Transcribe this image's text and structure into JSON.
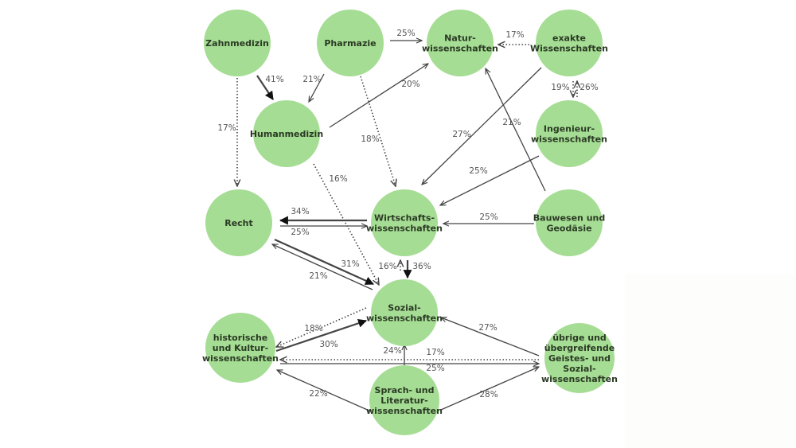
{
  "diagram": {
    "colors": {
      "node_fill": "#a6dd94",
      "edge": "#444444",
      "text": "#2a3a24",
      "label": "#555555"
    },
    "nodes": [
      {
        "id": "zahnmedizin",
        "lines": [
          "Zahnmedizin"
        ]
      },
      {
        "id": "pharmazie",
        "lines": [
          "Pharmazie"
        ]
      },
      {
        "id": "natur",
        "lines": [
          "Natur-",
          "wissenschaften"
        ]
      },
      {
        "id": "exakte",
        "lines": [
          "exakte",
          "Wissenschaften"
        ]
      },
      {
        "id": "humanmedizin",
        "lines": [
          "Humanmedizin"
        ]
      },
      {
        "id": "ingenieur",
        "lines": [
          "Ingenieur-",
          "wissenschaften"
        ]
      },
      {
        "id": "recht",
        "lines": [
          "Recht"
        ]
      },
      {
        "id": "wirtschaft",
        "lines": [
          "Wirtschafts-",
          "wissenschaften"
        ]
      },
      {
        "id": "bauwesen",
        "lines": [
          "Bauwesen und",
          "Geodäsie"
        ]
      },
      {
        "id": "sozial",
        "lines": [
          "Sozial-",
          "wissenschaften"
        ]
      },
      {
        "id": "historisch",
        "lines": [
          "historische",
          "und Kultur-",
          "wissenschaften"
        ]
      },
      {
        "id": "sprach",
        "lines": [
          "Sprach- und",
          "Literatur-",
          "wissenschaften"
        ]
      },
      {
        "id": "uebrige",
        "lines": [
          "übrige und",
          "übergreifende",
          "Geistes- und",
          "Sozial-",
          "wissenschaften"
        ]
      }
    ],
    "edges": [
      {
        "from": "pharmazie",
        "to": "natur",
        "value": "25%",
        "style": "solid"
      },
      {
        "from": "exakte",
        "to": "natur",
        "value": "17%",
        "style": "dotted"
      },
      {
        "from": "zahnmedizin",
        "to": "humanmedizin",
        "value": "41%",
        "style": "bold"
      },
      {
        "from": "pharmazie",
        "to": "humanmedizin",
        "value": "21%",
        "style": "solid"
      },
      {
        "from": "humanmedizin",
        "to": "natur",
        "value": "20%",
        "style": "solid"
      },
      {
        "from": "zahnmedizin",
        "to": "recht",
        "value": "17%",
        "style": "dotted"
      },
      {
        "from": "pharmazie",
        "to": "wirtschaft",
        "value": "18%",
        "style": "dotted"
      },
      {
        "from": "exakte",
        "to": "ingenieur",
        "value": "19%",
        "style": "dotted"
      },
      {
        "from": "ingenieur",
        "to": "exakte",
        "value": "26%",
        "style": "dotted"
      },
      {
        "from": "exakte",
        "to": "wirtschaft",
        "value": "27%",
        "style": "solid"
      },
      {
        "from": "bauwesen",
        "to": "natur",
        "value": "21%",
        "style": "solid"
      },
      {
        "from": "ingenieur",
        "to": "wirtschaft",
        "value": "25%",
        "style": "solid"
      },
      {
        "from": "humanmedizin",
        "to": "sozial",
        "value": "16%",
        "style": "dotted"
      },
      {
        "from": "wirtschaft",
        "to": "recht",
        "value": "34%",
        "style": "bold"
      },
      {
        "from": "recht",
        "to": "wirtschaft",
        "value": "25%",
        "style": "solid"
      },
      {
        "from": "bauwesen",
        "to": "wirtschaft",
        "value": "25%",
        "style": "solid"
      },
      {
        "from": "recht",
        "to": "sozial",
        "value": "31%",
        "style": "bold"
      },
      {
        "from": "sozial",
        "to": "recht",
        "value": "21%",
        "style": "solid"
      },
      {
        "from": "sozial",
        "to": "wirtschaft",
        "value": "16%",
        "style": "dotted"
      },
      {
        "from": "wirtschaft",
        "to": "sozial",
        "value": "36%",
        "style": "bold"
      },
      {
        "from": "sozial",
        "to": "historisch",
        "value": "18%",
        "style": "dotted"
      },
      {
        "from": "historisch",
        "to": "sozial",
        "value": "30%",
        "style": "bold"
      },
      {
        "from": "uebrige",
        "to": "sozial",
        "value": "27%",
        "style": "solid"
      },
      {
        "from": "sprach",
        "to": "sozial",
        "value": "24%",
        "style": "solid"
      },
      {
        "from": "uebrige",
        "to": "historisch",
        "value": "17%",
        "style": "dotted"
      },
      {
        "from": "historisch",
        "to": "uebrige",
        "value": "25%",
        "style": "solid"
      },
      {
        "from": "sprach",
        "to": "historisch",
        "value": "22%",
        "style": "solid"
      },
      {
        "from": "sprach",
        "to": "uebrige",
        "value": "28%",
        "style": "solid"
      }
    ]
  }
}
